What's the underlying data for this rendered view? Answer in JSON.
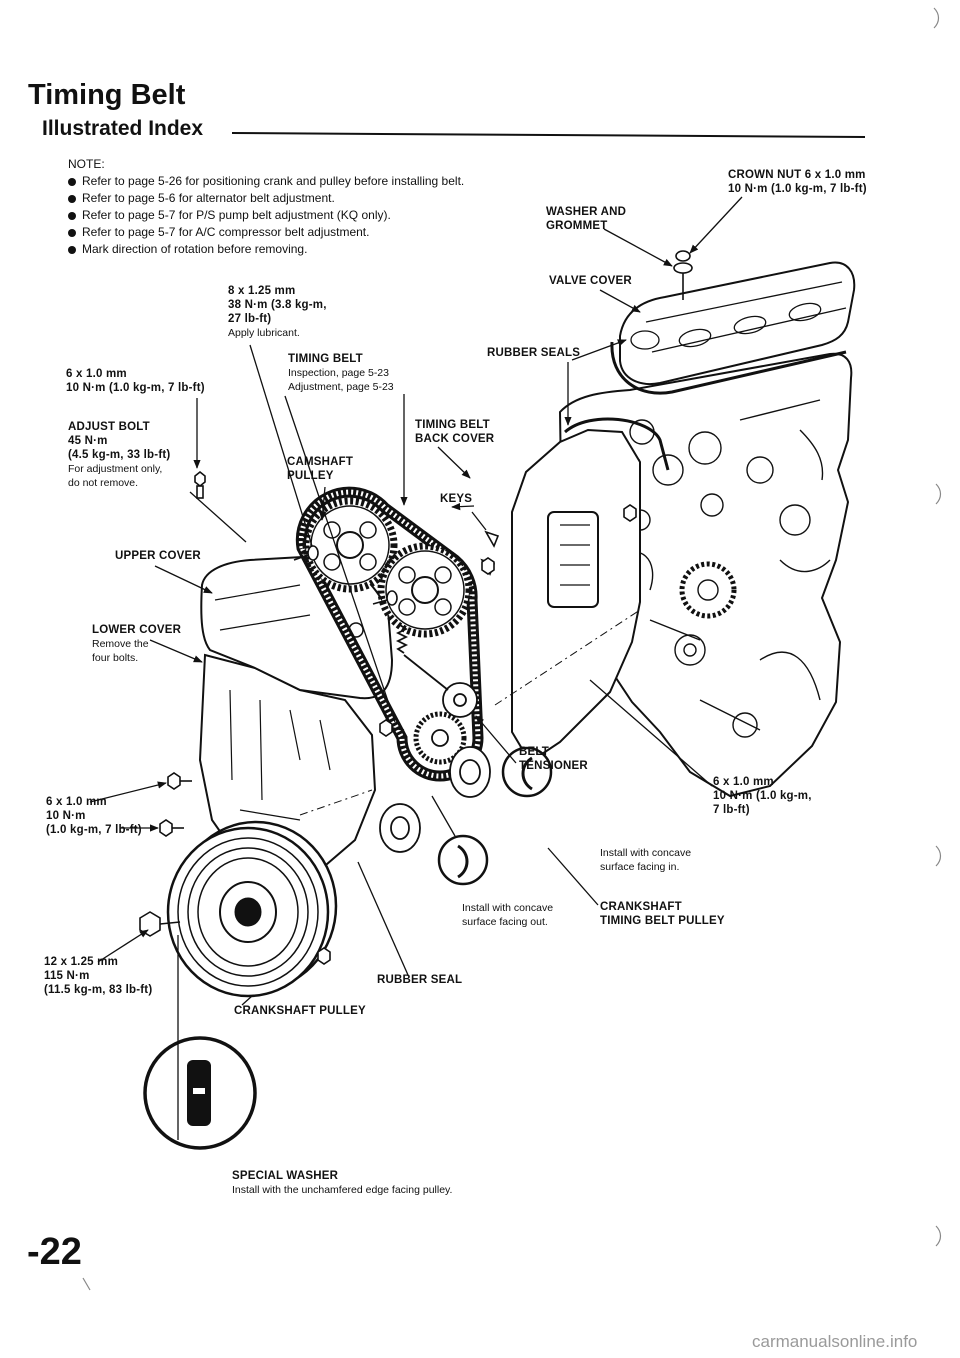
{
  "header": {
    "title": "Timing Belt",
    "subtitle": "Illustrated Index"
  },
  "note": {
    "heading": "NOTE:",
    "items": [
      "Refer to page 5-26 for positioning crank and pulley before installing belt.",
      "Refer to page 5-6 for alternator belt adjustment.",
      "Refer to page 5-7 for P/S pump belt adjustment (KQ only).",
      "Refer to page 5-7 for A/C compressor belt adjustment.",
      "Mark direction of rotation before removing."
    ]
  },
  "callouts": {
    "crown_nut": {
      "title": "CROWN NUT 6 x 1.0 mm",
      "spec": "10 N·m (1.0 kg-m, 7 lb-ft)"
    },
    "washer_grommet": {
      "line1": "WASHER AND",
      "line2": "GROMMET"
    },
    "valve_cover": {
      "title": "VALVE COVER"
    },
    "cam_bolt": {
      "size": "8 x 1.25 mm",
      "torque": "38 N·m (3.8 kg-m,",
      "torque_cont": "27 lb-ft)",
      "note": "Apply lubricant."
    },
    "rubber_seals": {
      "title": "RUBBER SEALS"
    },
    "upper_bolt": {
      "size": "6 x 1.0 mm",
      "torque": "10 N·m (1.0 kg-m, 7 lb-ft)"
    },
    "timing_belt": {
      "title": "TIMING BELT",
      "inspection": "Inspection, page 5-23",
      "adjustment": "Adjustment, page 5-23"
    },
    "adjust_bolt": {
      "title": "ADJUST BOLT",
      "torque": "45 N·m",
      "torque_cont": "(4.5 kg-m, 33 lb-ft)",
      "note1": "For adjustment only,",
      "note2": "do not remove."
    },
    "back_cover": {
      "line1": "TIMING BELT",
      "line2": "BACK COVER"
    },
    "camshaft_pulley": {
      "line1": "CAMSHAFT",
      "line2": "PULLEY"
    },
    "keys": {
      "title": "KEYS"
    },
    "upper_cover": {
      "title": "UPPER COVER"
    },
    "lower_cover": {
      "title": "LOWER COVER",
      "note1": "Remove the",
      "note2": "four bolts."
    },
    "belt_tensioner": {
      "line1": "BELT",
      "line2": "TENSIONER"
    },
    "lower_left_bolt": {
      "size": "6 x 1.0 mm",
      "torque": "10 N·m",
      "torque_cont": "(1.0 kg-m, 7 lb-ft)"
    },
    "lower_right_bolt": {
      "size": "6 x 1.0 mm",
      "torque": "10 N·m (1.0 kg-m,",
      "torque_cont": "7 lb-ft)"
    },
    "washer_in": {
      "line1": "Install with concave",
      "line2": "surface facing in."
    },
    "washer_out": {
      "line1": "Install with concave",
      "line2": "surface facing out."
    },
    "crank_timing_pulley": {
      "line1": "CRANKSHAFT",
      "line2": "TIMING BELT PULLEY"
    },
    "crank_bolt": {
      "size": "12 x 1.25 mm",
      "torque": "115 N·m",
      "torque_cont": "(11.5 kg-m, 83 lb-ft)"
    },
    "rubber_seal": {
      "title": "RUBBER SEAL"
    },
    "crank_pulley": {
      "title": "CRANKSHAFT PULLEY"
    },
    "special_washer": {
      "title": "SPECIAL WASHER",
      "note": "Install with the unchamfered edge facing pulley."
    }
  },
  "icons": [
    "concave-washer-in-icon",
    "concave-washer-out-icon",
    "special-washer-icon"
  ],
  "page_number": "-22",
  "watermark": "carmanualsonline.info"
}
